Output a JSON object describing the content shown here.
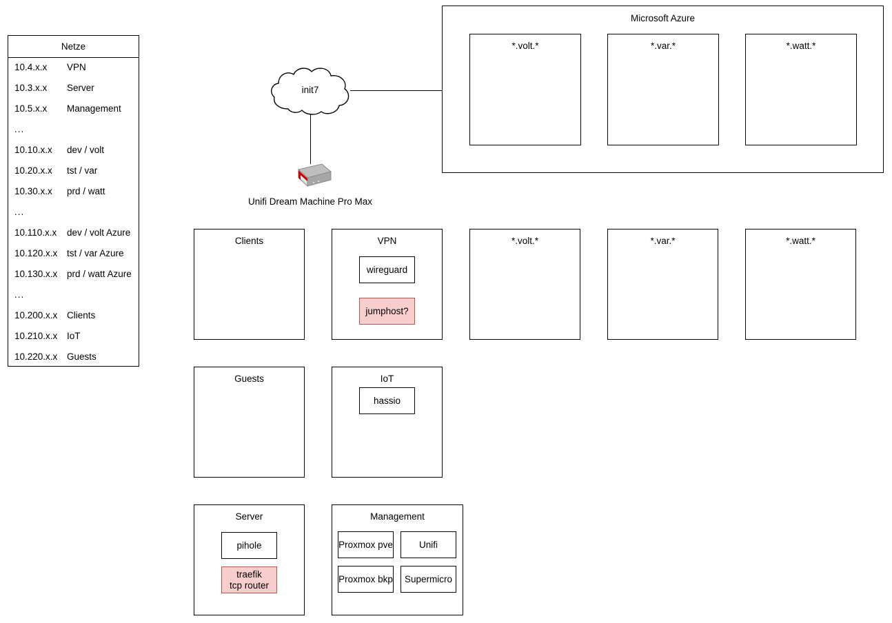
{
  "diagram": {
    "title": "Home network / Azure topology diagram",
    "colors": {
      "stroke": "#000000",
      "background": "#ffffff",
      "highlight_fill": "#f8cecc",
      "highlight_stroke": "#b85450",
      "device_body": "#b3b3b3",
      "device_accent": "#cc0000"
    }
  },
  "netze": {
    "header": "Netze",
    "rows": [
      {
        "cidr": "10.4.x.x",
        "name": "VPN"
      },
      {
        "cidr": "10.3.x.x",
        "name": "Server"
      },
      {
        "cidr": "10.5.x.x",
        "name": "Management"
      },
      {
        "cidr": "...",
        "name": ""
      },
      {
        "cidr": "10.10.x.x",
        "name": "dev / volt"
      },
      {
        "cidr": "10.20.x.x",
        "name": "tst / var"
      },
      {
        "cidr": "10.30.x.x",
        "name": "prd / watt"
      },
      {
        "cidr": "...",
        "name": ""
      },
      {
        "cidr": "10.110.x.x",
        "name": "dev / volt Azure"
      },
      {
        "cidr": "10.120.x.x",
        "name": "tst / var Azure"
      },
      {
        "cidr": "10.130.x.x",
        "name": "prd / watt Azure"
      },
      {
        "cidr": "...",
        "name": ""
      },
      {
        "cidr": "10.200.x.x",
        "name": "Clients"
      },
      {
        "cidr": "10.210.x.x",
        "name": "IoT"
      },
      {
        "cidr": "10.220.x.x",
        "name": "Guests"
      }
    ]
  },
  "isp": {
    "cloud_label": "init7"
  },
  "gateway": {
    "label": "Unifi Dream Machine Pro Max"
  },
  "azure": {
    "title": "Microsoft Azure",
    "zones": [
      {
        "label": "*.volt.*"
      },
      {
        "label": "*.var.*"
      },
      {
        "label": "*.watt.*"
      }
    ]
  },
  "vlans": {
    "row1": [
      {
        "label": "Clients",
        "nodes": []
      },
      {
        "label": "VPN",
        "nodes": [
          {
            "label": "wireguard",
            "highlight": false
          },
          {
            "label": "jumphost?",
            "highlight": true
          }
        ]
      },
      {
        "label": "*.volt.*",
        "nodes": []
      },
      {
        "label": "*.var.*",
        "nodes": []
      },
      {
        "label": "*.watt.*",
        "nodes": []
      }
    ],
    "row2": [
      {
        "label": "Guests",
        "nodes": []
      },
      {
        "label": "IoT",
        "nodes": [
          {
            "label": "hassio",
            "highlight": false
          }
        ]
      }
    ],
    "row3": [
      {
        "label": "Server",
        "nodes": [
          {
            "label": "pihole",
            "highlight": false
          },
          {
            "label": "traefik\ntcp router",
            "highlight": true
          }
        ]
      },
      {
        "label": "Management",
        "nodes": [
          {
            "label": "Proxmox pve",
            "highlight": false
          },
          {
            "label": "Unifi",
            "highlight": false
          },
          {
            "label": "Proxmox bkp",
            "highlight": false
          },
          {
            "label": "Supermicro",
            "highlight": false
          }
        ]
      }
    ]
  }
}
